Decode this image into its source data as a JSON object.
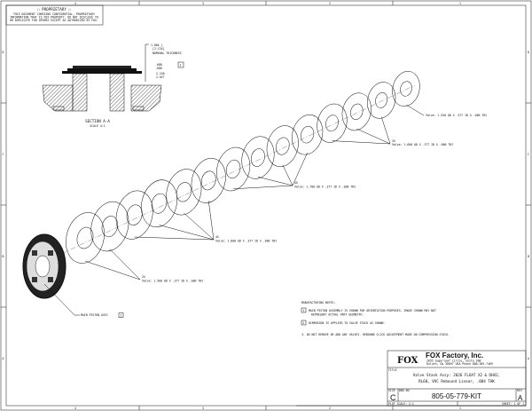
{
  "border": {
    "cols": [
      "4",
      "3",
      "2",
      "1"
    ],
    "rows": [
      "D",
      "C",
      "B",
      "A"
    ]
  },
  "proprietary": {
    "title": "☐ PROPRIETARY ☐",
    "lines": [
      "THIS DOCUMENT CONTAINS CONFIDENTIAL, PROPRIETARY",
      "INFORMATION THAT IS FOX PROPERTY. DO NOT DISCLOSE TO",
      "OR DUPLICATE FOR OTHERS EXCEPT AS AUTHORIZED BY FOX."
    ]
  },
  "section": {
    "title": "SECTION A-A",
    "scale": "SCALE 4:1",
    "dim1": "1.084  ]",
    "dim2": "[2.134]",
    "dim3": "NOMINAL THICKNESS",
    "dim4": ".088",
    "dim5": ".080",
    "dim6": "2.240",
    "dim7": "2.027",
    "note_ref": "2"
  },
  "callouts": [
    {
      "qty": "",
      "label": "Valve: 1.550 OD X .377 ID X .006 THI"
    },
    {
      "qty": "3X",
      "label": "Valve: 1.600 OD X .377 ID X .006 THI"
    },
    {
      "qty": "4X",
      "label": "Valve: 1.700 OD X .377 ID X .006 THI"
    },
    {
      "qty": "4X",
      "label": "Valve: 1.800 OD X .377 ID X .006 THI"
    },
    {
      "qty": "2X",
      "label": "Valve: 1.900 OD X .377 ID X .006 THI"
    }
  ],
  "piston_label": "MAIN PISTON ASSY",
  "piston_ref": "1",
  "notes": {
    "title": "MANUFACTURING NOTES:",
    "n1a": "MAIN PISTON ASSEMBLY IS SHOWN FOR ORIENTATION PURPOSES. IMAGE SHOWN MAY NOT",
    "n1b": "REPRESENT ACTUAL PART GEOMETRY.",
    "n2": "DIMENSION IS APPLIED TO VALVE STACK AS SHOWN.",
    "n3": "3. DO NOT REMOVE OR ADD ANY VALVES.  REBOUND CLICK ADJUSTMENT MADE ON COMPRESSION STACK."
  },
  "title_block": {
    "logo": "FOX",
    "company": "FOX Factory, Inc.",
    "addr1": "2055 Sugarloaf Circle, Suite 300",
    "addr2": "Duluth, Ga 30097 USA Phone 800-369-7469",
    "title_label": "TITLE",
    "title1": "Valve Stack Assy: 2026 FLOAT X2 & DHX2,",
    "title2": "RL60, VVC Rebound Linear, .084 THK",
    "size_label": "SIZE",
    "size": "C",
    "dwg_label": "DWG NO",
    "dwg_no": "805-05-779-KIT",
    "rev_label": "REV",
    "rev": "A",
    "plot_scale": "PLOT SCALE: 2:1",
    "sheet": "SHEET: 1 OF 1"
  }
}
